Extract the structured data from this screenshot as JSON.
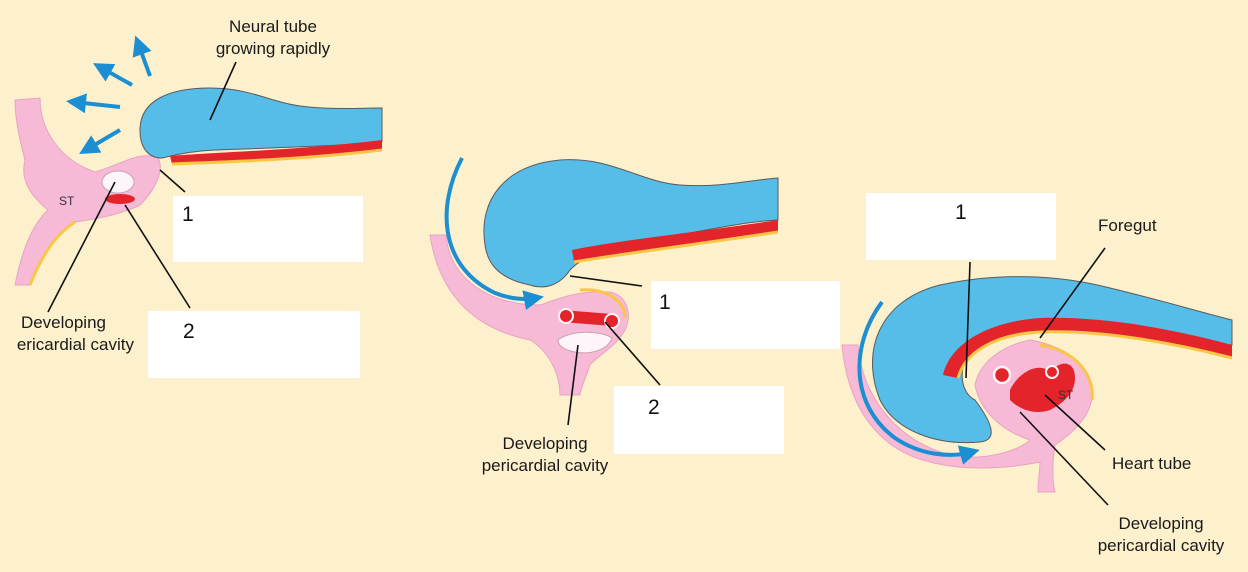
{
  "labels": {
    "neural_tube_line1": "Neural tube",
    "neural_tube_line2": "growing rapidly",
    "st": "ST",
    "foregut": "Foregut",
    "heart_tube": "Heart tube",
    "developing_line1": "Developing",
    "pericardial_line2": "pericardial cavity",
    "pericardial_line2_cropped": "ericardial cavity"
  },
  "answer_boxes": {
    "one": "1",
    "two": "2"
  },
  "colors": {
    "background": "#fdf0cc",
    "neural_tube": "#56bde8",
    "heart_red": "#e3242b",
    "tissue_pink": "#f6b9d6",
    "outline_yellow": "#f9c646",
    "arrow_blue": "#1b8fd2"
  }
}
